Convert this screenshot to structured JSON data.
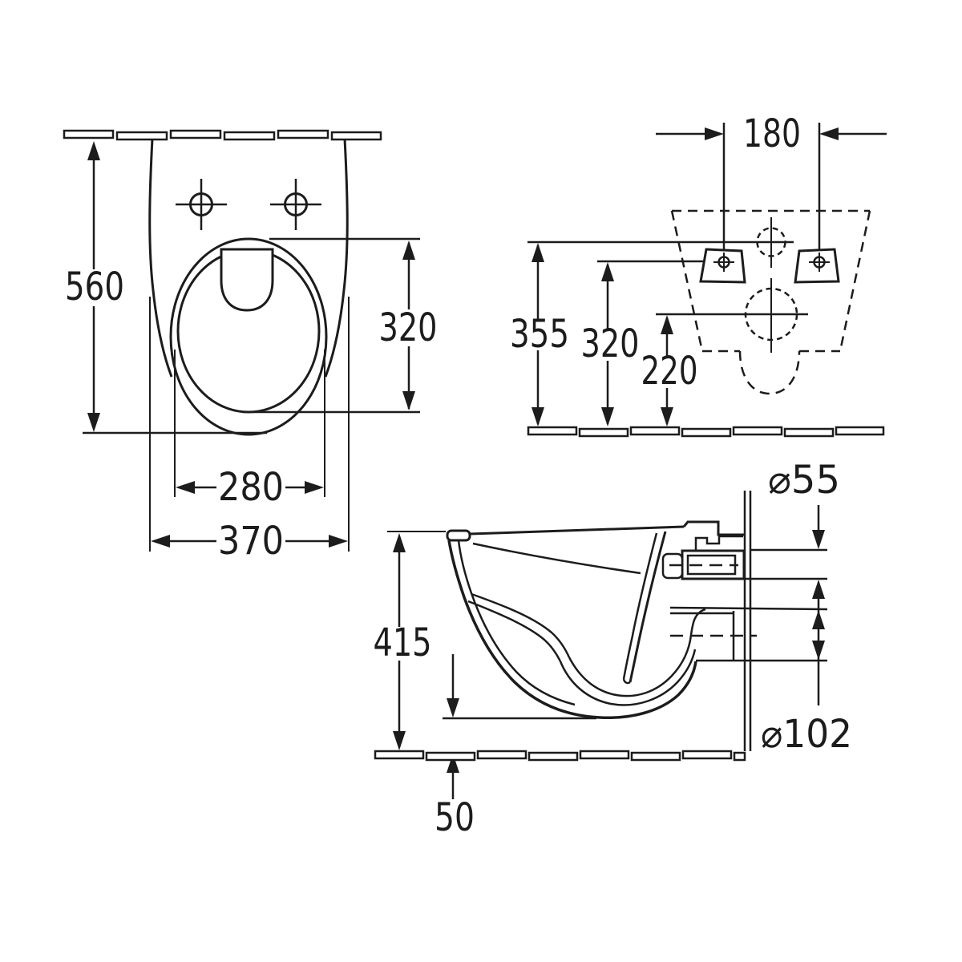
{
  "drawing": {
    "type": "technical-dimension-drawing",
    "subject": "wall-hung-toilet",
    "background_color": "#ffffff",
    "line_color": "#1c1c1c",
    "views": {
      "top": {
        "name": "top-view",
        "dims": {
          "depth": {
            "label": "560",
            "value": 560
          },
          "bowl_length": {
            "label": "320",
            "value": 320
          },
          "bowl_width": {
            "label": "280",
            "value": 280
          },
          "width": {
            "label": "370",
            "value": 370
          }
        }
      },
      "rear": {
        "name": "rear-view",
        "dims": {
          "fixing_hole_spacing": {
            "label": "180",
            "value": 180
          },
          "rim_height": {
            "label": "355",
            "value": 355
          },
          "fixing_hole_height": {
            "label": "320",
            "value": 320
          },
          "outlet_center_height": {
            "label": "220",
            "value": 220
          }
        }
      },
      "side": {
        "name": "side-view",
        "dims": {
          "overall_height": {
            "label": "415",
            "value": 415
          },
          "floor_clearance": {
            "label": "50",
            "value": 50
          },
          "inlet_diameter": {
            "label": "⌀55",
            "value": 55
          },
          "outlet_diameter": {
            "label": "⌀102",
            "value": 102
          }
        }
      }
    }
  }
}
